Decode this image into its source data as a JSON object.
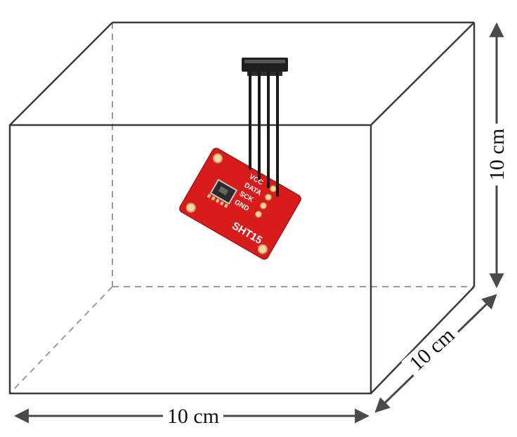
{
  "dimensions": {
    "width": "10 cm",
    "depth": "10 cm",
    "height": "10 cm"
  },
  "sensor": {
    "name": "SHT15",
    "pins": [
      "VCC",
      "DATA",
      "SCK",
      "GND"
    ]
  },
  "colors": {
    "edge": "#3a3a3a",
    "hidden_edge": "#9a9a9a",
    "arrow": "#4a4a4a",
    "board": "#d81c1c",
    "chip": "#2b2b2b",
    "wire": "#1a1a1a"
  }
}
